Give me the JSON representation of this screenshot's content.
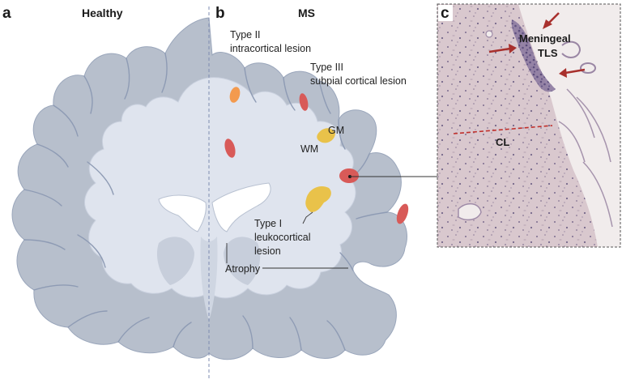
{
  "panels": {
    "a": {
      "letter": "a",
      "title": "Healthy"
    },
    "b": {
      "letter": "b",
      "title": "MS"
    },
    "c": {
      "letter": "c"
    }
  },
  "labels": {
    "type2_line1": "Type II",
    "type2_line2": "intracortical lesion",
    "type3_line1": "Type III",
    "type3_line2": "subpial cortical lesion",
    "gm": "GM",
    "wm": "WM",
    "type1_line1": "Type I",
    "type1_line2": "leukocortical",
    "type1_line3": "lesion",
    "atrophy": "Atrophy",
    "meningeal_line1": "Meningeal",
    "meningeal_line2": "TLS",
    "cl": "CL"
  },
  "colors": {
    "cortex": "#b7bfcc",
    "white_matter": "#dfe4ee",
    "sulcus_line": "#8e9bb4",
    "ventricle": "#ffffff",
    "type1_lesion": "#e9c24a",
    "type2_lesion": "#f39a4e",
    "type3_lesion": "#d85a58",
    "tissue_bg": "#d8c6cc",
    "arrow": "#a8302d"
  }
}
